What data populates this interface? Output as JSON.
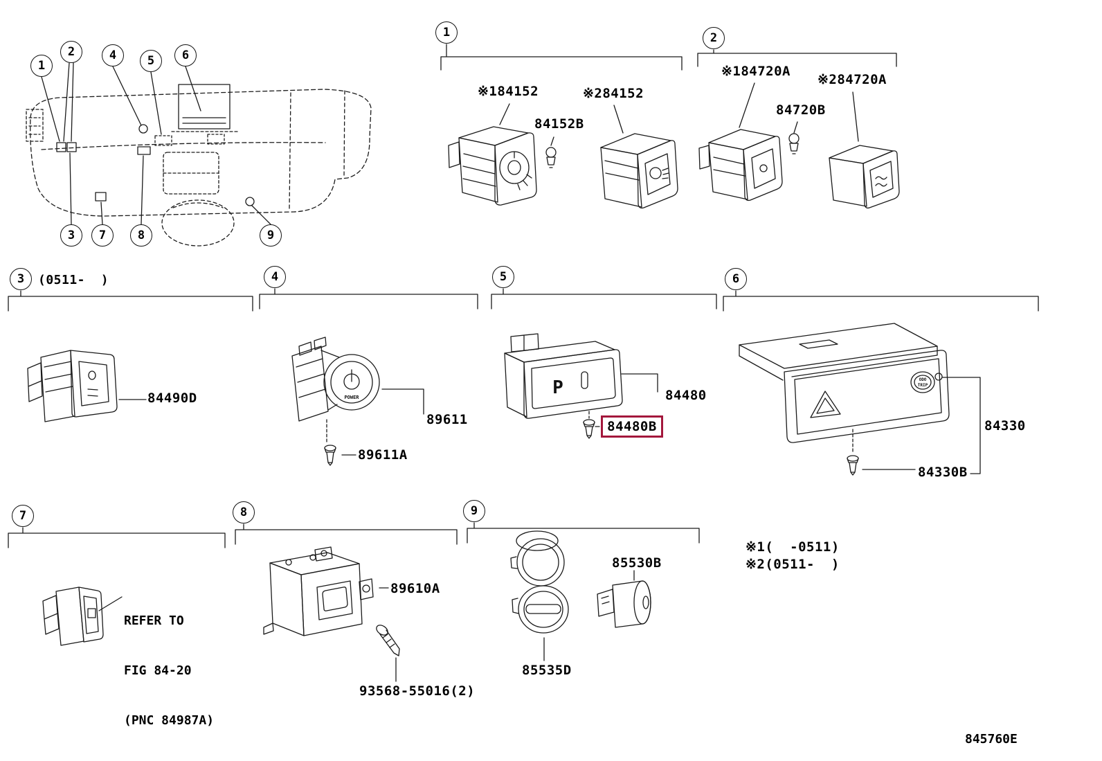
{
  "doc": {
    "code": "845760E"
  },
  "highlight": {
    "color": "#a3173c",
    "part": "84480B"
  },
  "footnotes": {
    "n1": "※1(  -0511)",
    "n2": "※2(0511-  )"
  },
  "callouts": {
    "c1": "1",
    "c2": "2",
    "c3": "3",
    "c4": "4",
    "c5": "5",
    "c6": "6",
    "c7": "7",
    "c8": "8",
    "c9": "9"
  },
  "sections": {
    "s1": {
      "num": "1",
      "label_a": "※184152",
      "label_b": "84152B",
      "label_c": "※284152"
    },
    "s2": {
      "num": "2",
      "label_a": "※184720A",
      "label_b": "84720B",
      "label_c": "※284720A"
    },
    "s3": {
      "num": "3",
      "note": "(0511-  )",
      "label_a": "84490D"
    },
    "s4": {
      "num": "4",
      "label_a": "89611",
      "label_b": "89611A"
    },
    "s5": {
      "num": "5",
      "label_a": "84480",
      "label_b": "84480B"
    },
    "s6": {
      "num": "6",
      "label_a": "84330",
      "label_b": "84330B"
    },
    "s7": {
      "num": "7",
      "note_line1": "REFER TO",
      "note_line2": "FIG 84-20",
      "note_line3": "(PNC 84987A)"
    },
    "s8": {
      "num": "8",
      "label_a": "89610A",
      "label_b": "93568-55016(2)"
    },
    "s9": {
      "num": "9",
      "label_a": "85530B",
      "label_b": "85535D"
    }
  },
  "art_text": {
    "power": "POWER",
    "gear_p": "P",
    "odo": "ODO",
    "trip": "TRIP"
  }
}
